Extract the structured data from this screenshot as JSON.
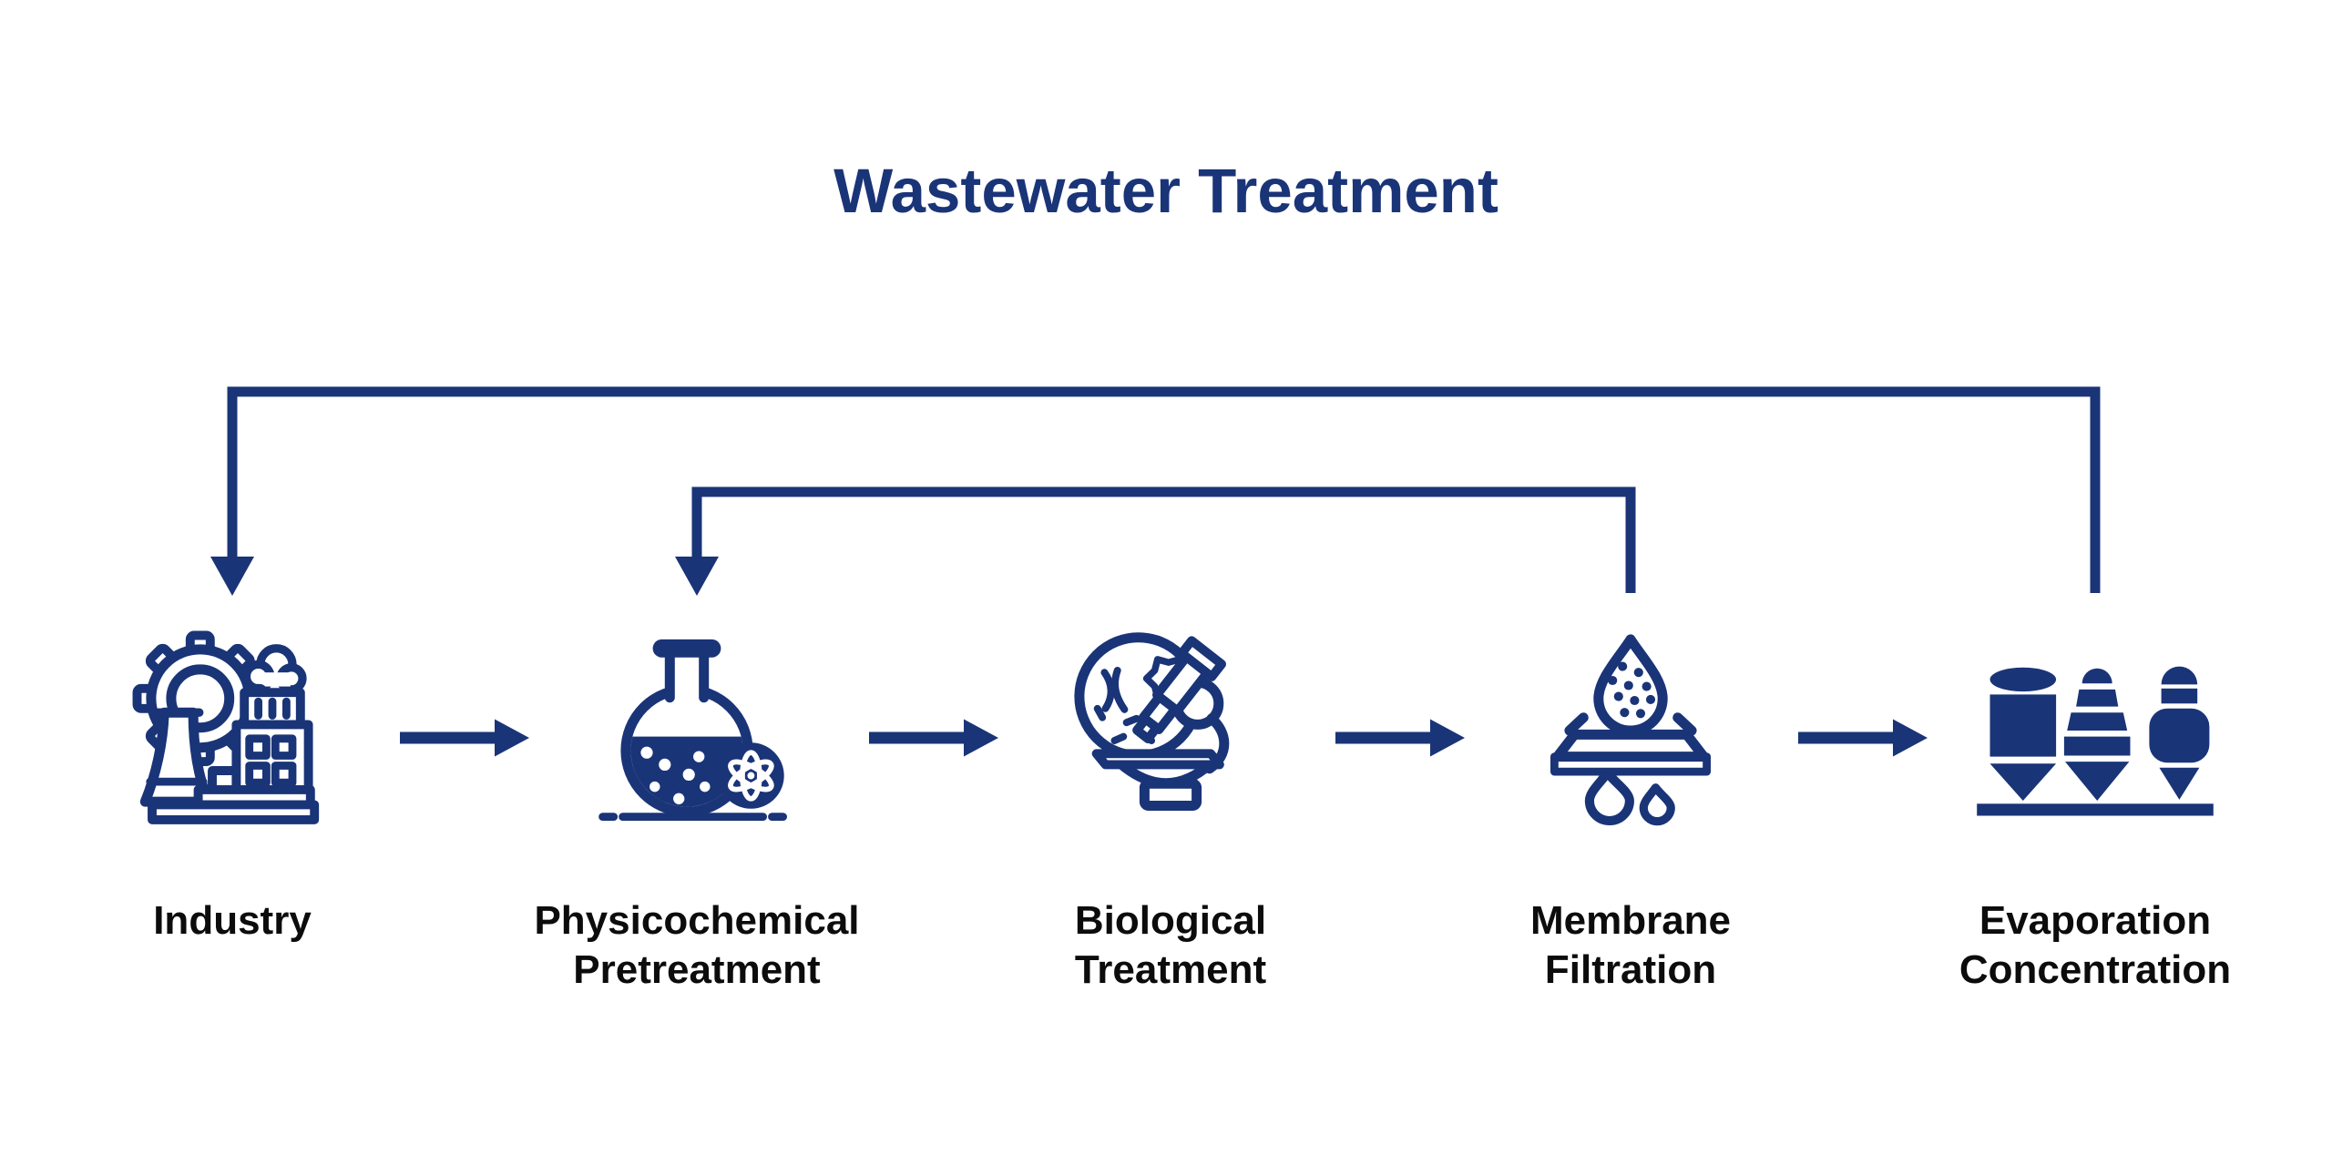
{
  "title": "Wastewater Treatment",
  "colors": {
    "accent_navy": "#1a3478",
    "label_black": "#0c0c0c",
    "background": "#ffffff"
  },
  "stages": [
    {
      "name": "industry",
      "icon": "factory-industry-icon",
      "lines": [
        "Industry"
      ]
    },
    {
      "name": "physicochemical-pretreatment",
      "icon": "flask-atom-icon",
      "lines": [
        "Physicochemical",
        "Pretreatment"
      ]
    },
    {
      "name": "biological-treatment",
      "icon": "microscope-icon",
      "lines": [
        "Biological",
        "Treatment"
      ]
    },
    {
      "name": "membrane-filtration",
      "icon": "water-drop-filter-icon",
      "lines": [
        "Membrane",
        "Filtration"
      ]
    },
    {
      "name": "evaporation-concentration",
      "icon": "evaporator-tanks-icon",
      "lines": [
        "Evaporation",
        "Concentration"
      ]
    }
  ],
  "flow": {
    "forward": [
      {
        "from": "Industry",
        "to": "Physicochemical Pretreatment"
      },
      {
        "from": "Physicochemical Pretreatment",
        "to": "Biological Treatment"
      },
      {
        "from": "Biological Treatment",
        "to": "Membrane Filtration"
      },
      {
        "from": "Membrane Filtration",
        "to": "Evaporation Concentration"
      }
    ],
    "feedback": [
      {
        "from": "Evaporation Concentration",
        "to": "Industry"
      },
      {
        "from": "Membrane Filtration",
        "to": "Physicochemical Pretreatment"
      }
    ]
  }
}
